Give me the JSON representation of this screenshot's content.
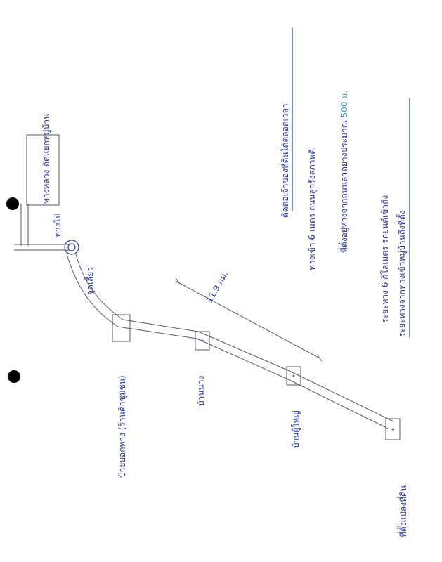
{
  "notes": {
    "line_1": "ระยะทางจากทางเข้าหมู่บ้านถึงที่ตั้ง",
    "line_2": "ระยะทาง 6 กิโลเมตร รถยนต์เข้าถึง",
    "line_3": "ที่ตั้งอยู่ห่างจากถนนลาดยางประมาณ",
    "line_3_highlight": "500 ม.",
    "line_4": "ทางเข้า 6 เมตร ถนนลูกรังสภาพดี",
    "line_5": "ติดต่อเจ้าของที่ดินได้ตลอดเวลา"
  },
  "diagram": {
    "start_label": "ทางหลวง ตัดแยกหมู่บ้าน",
    "start_sub": "ทางไป",
    "curve_label": "จุดเลี้ยว",
    "distance_label": "11.9 กม.",
    "node_1_label": "ป้ายบอกทาง (ร้านค้าชุมชน)",
    "node_2_label": "บ้านนาง",
    "node_3_label": "บ้านผู้ใหญ่",
    "node_4_label": "ที่ตั้งแปลงที่ดิน"
  },
  "colors": {
    "ink": "#2b3ea0",
    "pencil": "#555a66",
    "highlight": "#3aa0c8",
    "punch_hole": "#000000"
  }
}
